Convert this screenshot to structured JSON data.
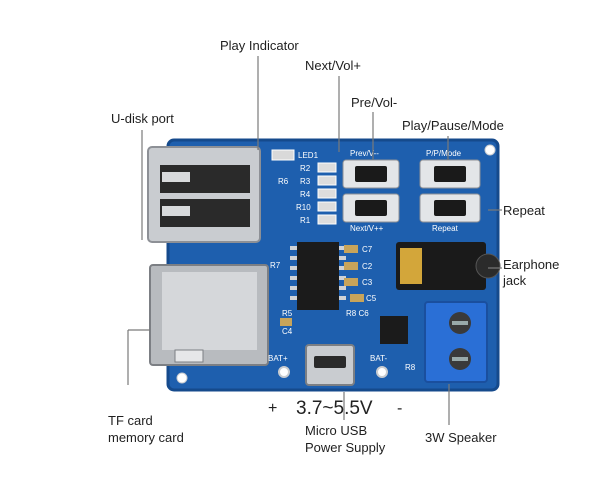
{
  "labels": {
    "play_indicator": "Play Indicator",
    "next_vol_up": "Next/Vol+",
    "prev_vol_down": "Pre/Vol-",
    "play_pause_mode": "Play/Pause/Mode",
    "u_disk_port": "U-disk port",
    "repeat": "Repeat",
    "earphone_jack_line1": "Earphone",
    "earphone_jack_line2": "jack",
    "tf_card_line1": "TF card",
    "tf_card_line2": "memory card",
    "micro_usb_line1": "Micro USB",
    "micro_usb_line2": "Power Supply",
    "speaker": "3W Speaker",
    "voltage": "3.7~5.5V",
    "plus": "+",
    "minus": "-"
  },
  "silkscreen": {
    "led1": "LED1",
    "r2": "R2",
    "r3": "R3",
    "r4": "R4",
    "r6": "R6",
    "r10": "R10",
    "r1": "R1",
    "prev_btn": "Prev/V--",
    "pp_btn": "P/P/Mode",
    "next_btn": "Next/V++",
    "repeat_btn": "Repeat",
    "c7": "C7",
    "c2": "C2",
    "c3": "C3",
    "c5": "C5",
    "r7": "R7",
    "r5": "R5",
    "c4": "C4",
    "r8c6": "R8 C6",
    "bat_plus": "BAT+",
    "bat_minus": "BAT-",
    "r8": "R8"
  },
  "colors": {
    "pcb": "#1e5fae",
    "pcb_dark": "#154a8c",
    "terminal": "#2a6fd6",
    "metal": "#c9ccd0"
  }
}
